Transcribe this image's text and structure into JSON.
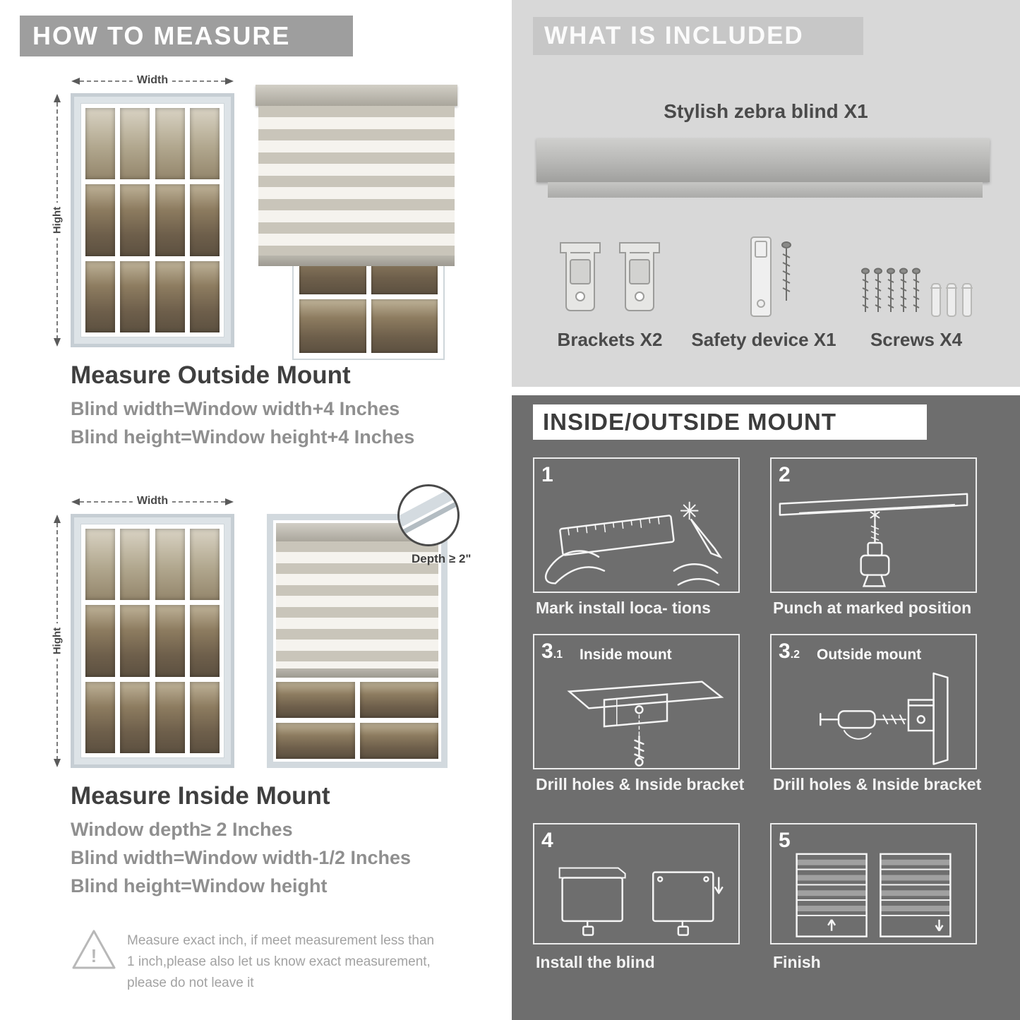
{
  "colors": {
    "banner_gray": "#9e9e9e",
    "panel_light_gray": "#d8d8d8",
    "panel_dark_gray": "#6e6e6e",
    "heading_dark": "#3f3f3f",
    "formula_gray": "#8f8f8f"
  },
  "how_to_measure": {
    "header": "HOW TO MEASURE",
    "outside": {
      "width_label": "Width",
      "height_label": "Hight",
      "title": "Measure Outside Mount",
      "formula_width": "Blind width=Window width+4 Inches",
      "formula_height": "Blind height=Window height+4 Inches"
    },
    "inside": {
      "width_label": "Width",
      "height_label": "Hight",
      "depth_callout": "Depth ≥ 2\"",
      "title": "Measure Inside Mount",
      "line_depth": "Window depth≥ 2 Inches",
      "formula_width": "Blind width=Window width-1/2 Inches",
      "formula_height": "Blind height=Window height"
    },
    "warning": "Measure exact inch, if meet measurement less than 1 inch,please also let us know exact measurement, please do not leave it",
    "warning_mark": "!"
  },
  "included": {
    "header": "WHAT IS INCLUDED",
    "product": "Stylish zebra blind X1",
    "items": [
      {
        "label": "Brackets X2"
      },
      {
        "label": "Safety device X1"
      },
      {
        "label": "Screws X4"
      }
    ]
  },
  "mount_steps": {
    "header": "INSIDE/OUTSIDE MOUNT",
    "steps": [
      {
        "num": "1",
        "sub": "",
        "label": "",
        "caption": "Mark install loca- tions"
      },
      {
        "num": "2",
        "sub": "",
        "label": "",
        "caption": "Punch at  marked position"
      },
      {
        "num": "3",
        "sub": ".1",
        "label": "Inside mount",
        "caption": "Drill holes &  Inside bracket"
      },
      {
        "num": "3",
        "sub": ".2",
        "label": "Outside mount",
        "caption": "Drill holes &  Inside bracket"
      },
      {
        "num": "4",
        "sub": "",
        "label": "",
        "caption": "Install the blind"
      },
      {
        "num": "5",
        "sub": "",
        "label": "",
        "caption": "Finish"
      }
    ]
  }
}
